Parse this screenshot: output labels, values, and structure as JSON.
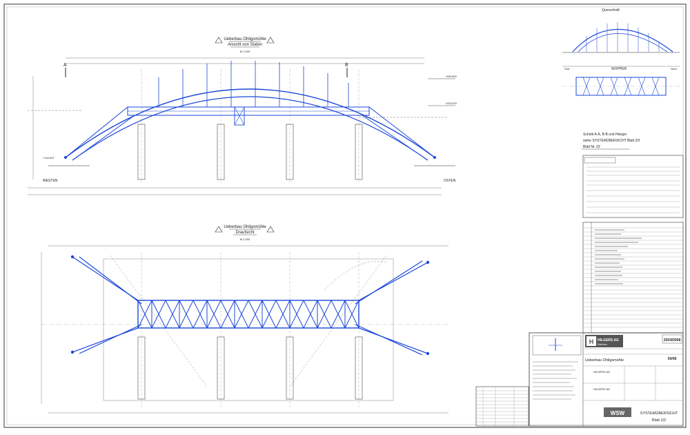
{
  "elevation": {
    "title": "Ueberbau Ohligsmühle",
    "subtitle": "Ansicht von Süden",
    "scale": "M 1:200",
    "left_label": "WESTEN",
    "right_label": "OSTEN",
    "section_marks": [
      "A",
      "B"
    ],
    "levels": [
      "+160,500",
      "+153,020",
      "+142,607"
    ]
  },
  "plan": {
    "title": "Ueberbau Ohligsmühle",
    "subtitle": "Draufsicht",
    "scale": "M 1:200"
  },
  "section": {
    "title": "Querschnitt",
    "label_left": "Süd",
    "label_center": "WUPPER",
    "label_right": "Nord"
  },
  "note": {
    "line1": "Schnitt A-A, B-B und Hänger",
    "line2": "siehe SYSTEMÜBERSICHT Blatt 2/2",
    "line3": "Blatt Nr. 02"
  },
  "titleblock": {
    "company": "HILGERS AG",
    "company_sub": "Stahlbau",
    "project": "Ueberbau Ohligsmühle",
    "drawing_title": "SYSTEMÜBERSICHT",
    "sheet": "Blatt 1/2",
    "drawing_no": "2503/D008",
    "rev": "03/08",
    "logo": "WSW"
  },
  "colors": {
    "steel": "#1a46d8",
    "line": "#222222",
    "dim": "#555555"
  }
}
